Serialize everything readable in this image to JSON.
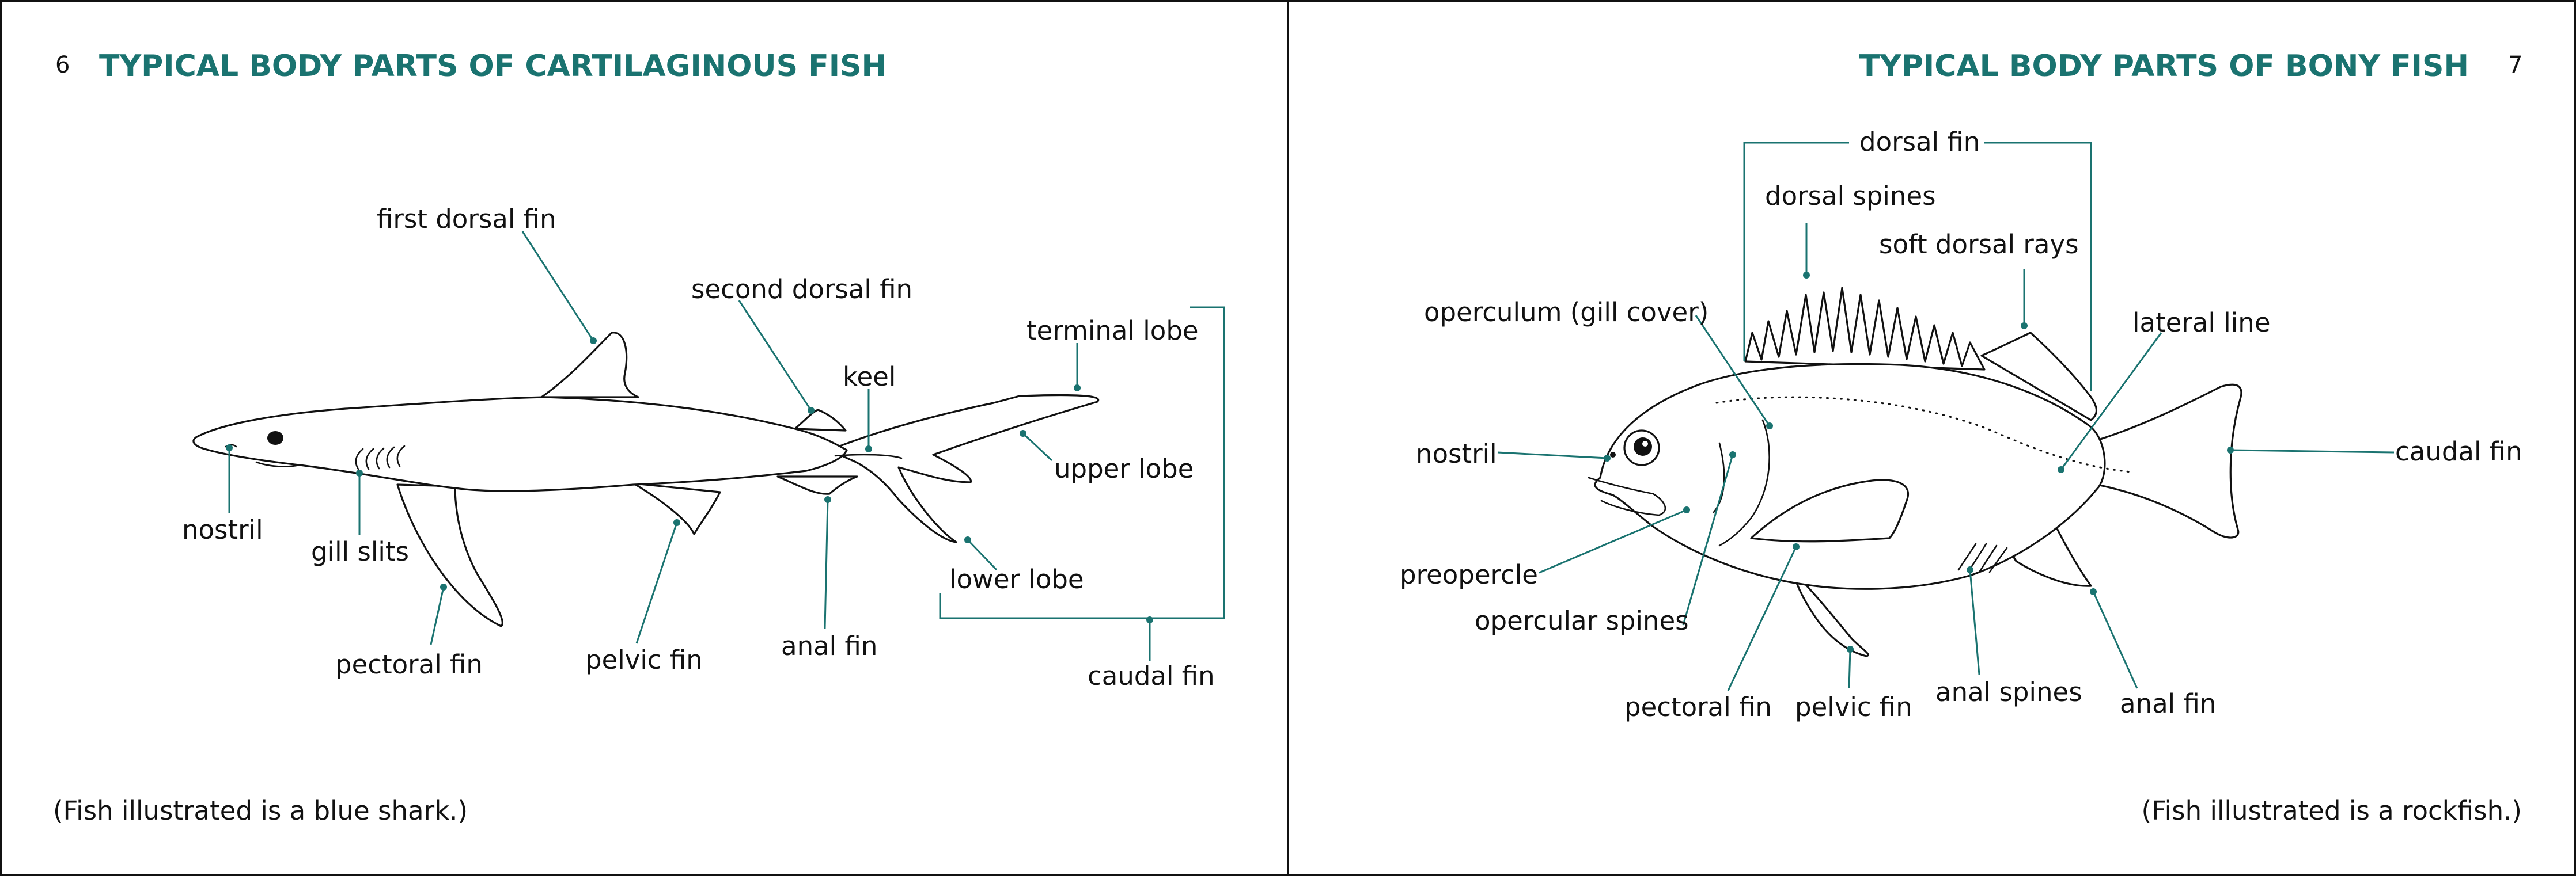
{
  "left_page": {
    "page_number": "6",
    "title": "TYPICAL BODY PARTS OF CARTILAGINOUS FISH",
    "caption": "(Fish illustrated is a blue shark.)",
    "labels": {
      "first_dorsal_fin": "first dorsal fin",
      "second_dorsal_fin": "second dorsal fin",
      "keel": "keel",
      "terminal_lobe": "terminal lobe",
      "upper_lobe": "upper lobe",
      "lower_lobe": "lower lobe",
      "caudal_fin": "caudal fin",
      "nostril": "nostril",
      "gill_slits": "gill slits",
      "pectoral_fin": "pectoral fin",
      "pelvic_fin": "pelvic fin",
      "anal_fin": "anal fin"
    }
  },
  "right_page": {
    "page_number": "7",
    "title": "TYPICAL BODY PARTS OF BONY FISH",
    "caption": "(Fish illustrated is a rockfish.)",
    "labels": {
      "dorsal_fin": "dorsal fin",
      "dorsal_spines": "dorsal spines",
      "soft_dorsal_rays": "soft dorsal rays",
      "operculum": "operculum (gill cover)",
      "lateral_line": "lateral line",
      "nostril": "nostril",
      "caudal_fin": "caudal fin",
      "preopercle": "preopercle",
      "opercular_spines": "opercular spines",
      "pectoral_fin": "pectoral fin",
      "pelvic_fin": "pelvic fin",
      "anal_spines": "anal spines",
      "anal_fin": "anal fin"
    }
  },
  "colors": {
    "accent": "#1a7370",
    "ink": "#111111",
    "paper": "#ffffff"
  }
}
